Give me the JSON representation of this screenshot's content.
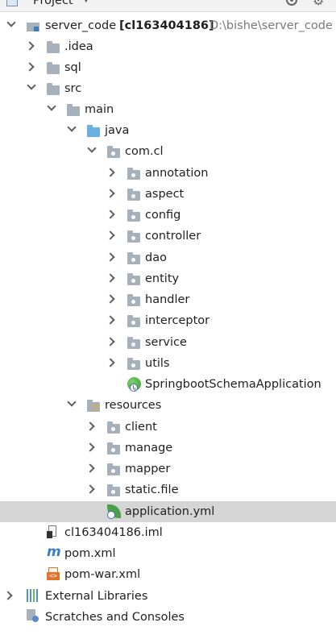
{
  "header": {
    "title": "Project"
  },
  "tree": {
    "root": {
      "name": "server_code",
      "module": "[cl163404186]",
      "path": "D:\\bishe\\server_code"
    },
    "idea": ".idea",
    "sql": "sql",
    "src": "src",
    "main": "main",
    "java": "java",
    "package": "com.cl",
    "packages": [
      "annotation",
      "aspect",
      "config",
      "controller",
      "dao",
      "entity",
      "handler",
      "interceptor",
      "service",
      "utils"
    ],
    "app_class": "SpringbootSchemaApplication",
    "resources": "resources",
    "resource_folders": [
      "client",
      "manage",
      "mapper",
      "static.file"
    ],
    "app_yml": "application.yml",
    "iml": "cl163404186.iml",
    "pom": "pom.xml",
    "pom_war": "pom-war.xml",
    "external_libraries": "External Libraries",
    "scratches": "Scratches and Consoles"
  },
  "icons": {
    "folder": "folder-icon",
    "package": "package-icon",
    "spring_class": "spring-boot-class-icon",
    "yml": "spring-config-icon",
    "maven": "maven-icon",
    "xml": "xml-file-icon"
  },
  "colors": {
    "selection": "#d5d5d5",
    "folder_blue": "#6bb0e3",
    "folder_gray": "#a7b1bb",
    "path_gray": "#7a7a7a"
  }
}
